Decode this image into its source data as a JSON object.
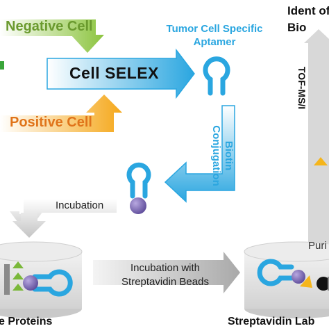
{
  "labels": {
    "negative_cell": "Negative Cell",
    "positive_cell": "Positive Cell",
    "cell_selex": "Cell SELEX",
    "tumor_aptamer": "Tumor Cell Specific Aptamer",
    "identification": "Ident of Bio",
    "tof_ms": "TOF-MS/I",
    "biotin_conjugation": "Biotin Conjugation",
    "incubation": "Incubation",
    "purification": "Puri",
    "incubation_streptavidin": "Incubation with Streptavidin Beads",
    "bottom_left": "e Proteins",
    "bottom_right": "Streptavidin Lab"
  },
  "colors": {
    "aptamer_blue": "#2aa6e0",
    "negative_green": "#6a9a2e",
    "positive_orange": "#e0741a",
    "biotin_purple": "#7a68b0",
    "arrow_gray": "#b8b8b8"
  }
}
